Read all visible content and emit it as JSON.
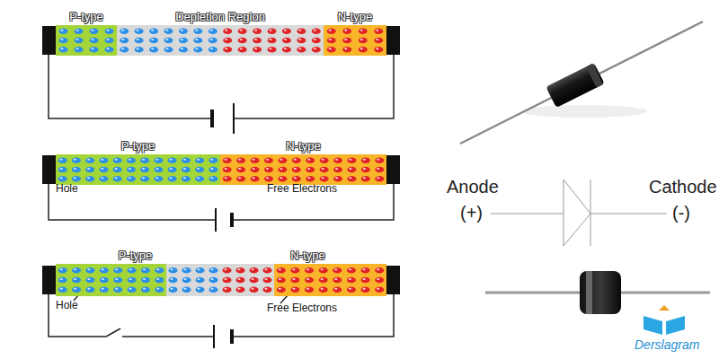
{
  "diagram": {
    "nodes": [
      {
        "text": [
          "P-type"
        ]
      },
      {
        "text": [
          "Depletion Region"
        ]
      },
      {
        "text": [
          "N-type"
        ]
      },
      {
        "text": [
          "P-type"
        ]
      },
      {
        "text": [
          "N-type"
        ]
      },
      {
        "text": [
          "P-type"
        ]
      },
      {
        "text": [
          "N-type"
        ]
      }
    ],
    "labels": [
      "Hole",
      "Free Electrons",
      "Hole",
      "Free Electrons",
      "Anode",
      "(+)",
      "Cathode",
      "(-)",
      "Derslagram"
    ]
  }
}
